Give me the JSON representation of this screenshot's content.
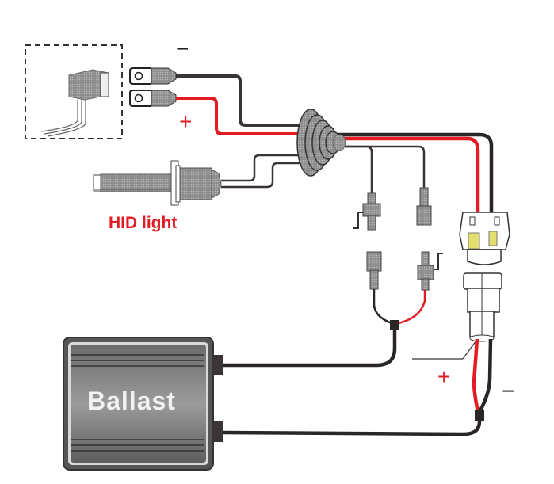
{
  "title": "HID light wiring diagram",
  "labels": {
    "hid_light": "HID light",
    "ballast": "Ballast",
    "relay_plus": "+",
    "relay_minus": "−",
    "socket_plus": "+",
    "socket_minus": "−"
  },
  "components": [
    {
      "name": "relay / ring-terminal harness",
      "description": "dashed box with relay and two ring terminals"
    },
    {
      "name": "HID bulb",
      "label": "HID light"
    },
    {
      "name": "rubber grommet boot"
    },
    {
      "name": "bullet connectors (2 pairs)"
    },
    {
      "name": "bulb socket connector (yellow contacts)"
    },
    {
      "name": "vehicle plug"
    },
    {
      "name": "Ballast",
      "label": "Ballast"
    }
  ],
  "colors": {
    "positive_wire": "#e31b23",
    "negative_wire": "#2b2626",
    "component_gray": "#9a9a9a",
    "contact_yellow": "#e4de6e"
  }
}
